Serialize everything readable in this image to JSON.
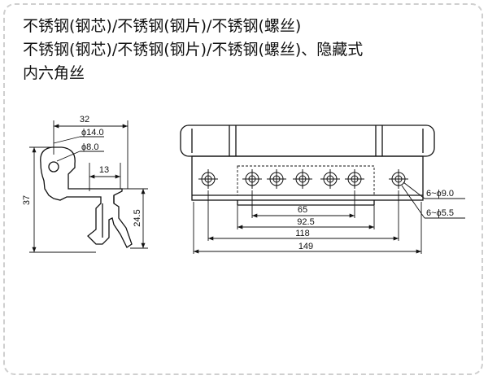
{
  "description": {
    "line1": "不锈钢(钢芯)/不锈钢(钢片)/不锈钢(螺丝)",
    "line2": "不锈钢(钢芯)/不锈钢(钢片)/不锈钢(螺丝)、隐藏式",
    "line3": "内六角丝"
  },
  "side_view": {
    "width_dim": "32",
    "knuckle_outer": "ϕ14.0",
    "pin_dia": "ϕ8.0",
    "offset_dim": "13",
    "height_dim": "37",
    "leaf_dim": "24.5"
  },
  "front_view": {
    "dim_65": "65",
    "dim_92_5": "92.5",
    "dim_118": "118",
    "dim_149": "149",
    "hole_large": "6~ϕ9.0",
    "hole_small": "6~ϕ5.5"
  }
}
